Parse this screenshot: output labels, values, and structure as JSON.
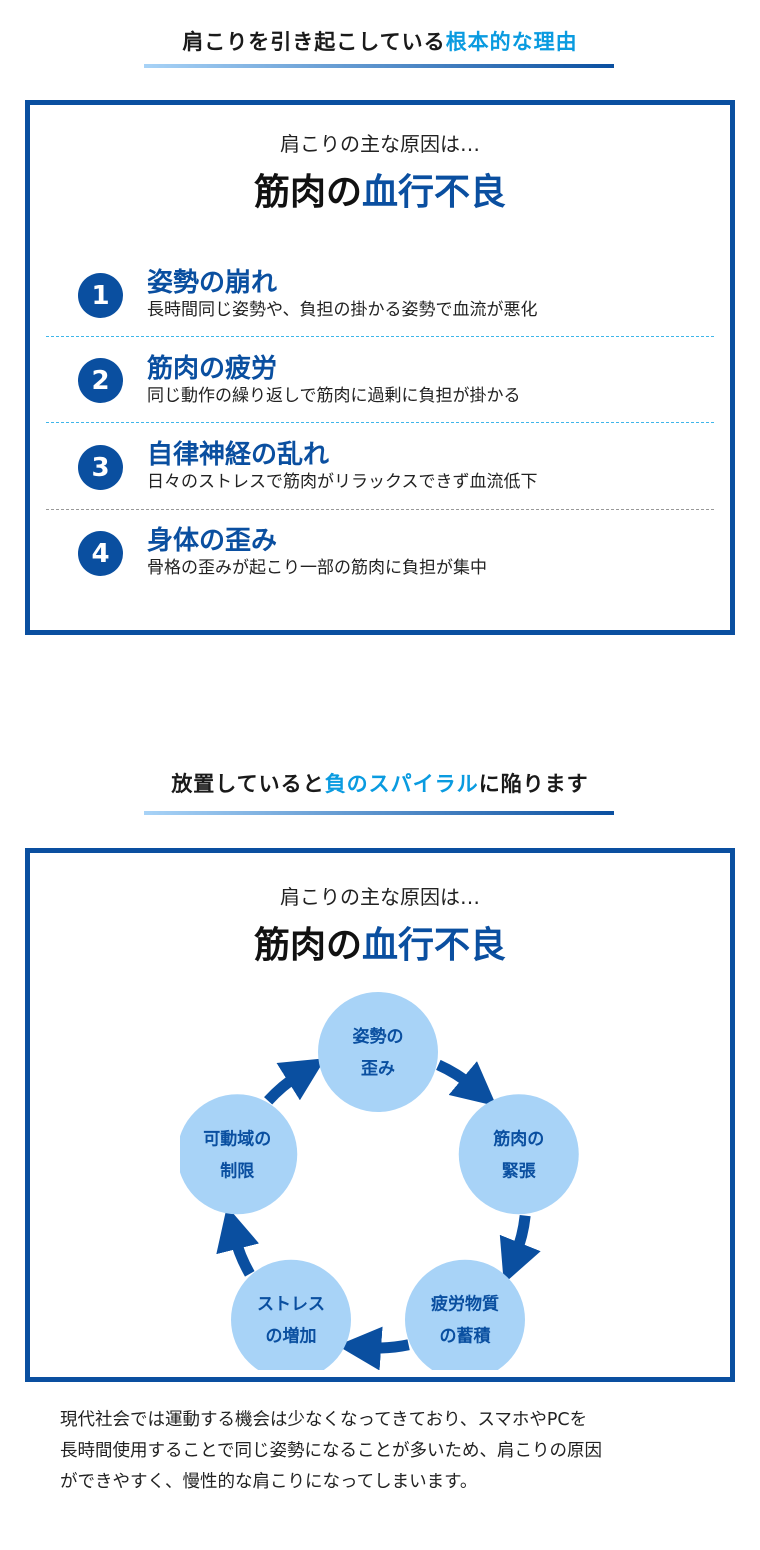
{
  "section1": {
    "heading_prefix": "肩こりを引き起こしている",
    "heading_highlight": "根本的な理由",
    "subtitle": "肩こりの主な原因は…",
    "title_prefix": "筋肉の",
    "title_highlight": "血行不良",
    "items": [
      {
        "num": "1",
        "title": "姿勢の崩れ",
        "desc": "長時間同じ姿勢や、負担の掛かる姿勢で血流が悪化"
      },
      {
        "num": "2",
        "title": "筋肉の疲労",
        "desc": "同じ動作の繰り返しで筋肉に過剰に負担が掛かる"
      },
      {
        "num": "3",
        "title": "自律神経の乱れ",
        "desc": "日々のストレスで筋肉がリラックスできず血流低下"
      },
      {
        "num": "4",
        "title": "身体の歪み",
        "desc": "骨格の歪みが起こり一部の筋肉に負担が集中"
      }
    ]
  },
  "section2": {
    "heading_prefix": "放置していると",
    "heading_highlight": "負のスパイラル",
    "heading_suffix": "に陥ります",
    "subtitle": "肩こりの主な原因は…",
    "title_prefix": "筋肉の",
    "title_highlight": "血行不良",
    "cycle": [
      {
        "line1": "姿勢の",
        "line2": "歪み"
      },
      {
        "line1": "筋肉の",
        "line2": "緊張"
      },
      {
        "line1": "疲労物質",
        "line2": "の蓄積"
      },
      {
        "line1": "ストレス",
        "line2": "の増加"
      },
      {
        "line1": "可動域の",
        "line2": "制限"
      }
    ]
  },
  "paragraph": [
    "現代社会では運動する機会は少なくなってきており、スマホやPCを",
    "長時間使用することで同じ姿勢になることが多いため、肩こりの原因",
    "ができやすく、慢性的な肩こりになってしまいます。"
  ],
  "colors": {
    "primary": "#0a4fa0",
    "accent": "#0a9be0",
    "circle": "#a8d3f7"
  }
}
